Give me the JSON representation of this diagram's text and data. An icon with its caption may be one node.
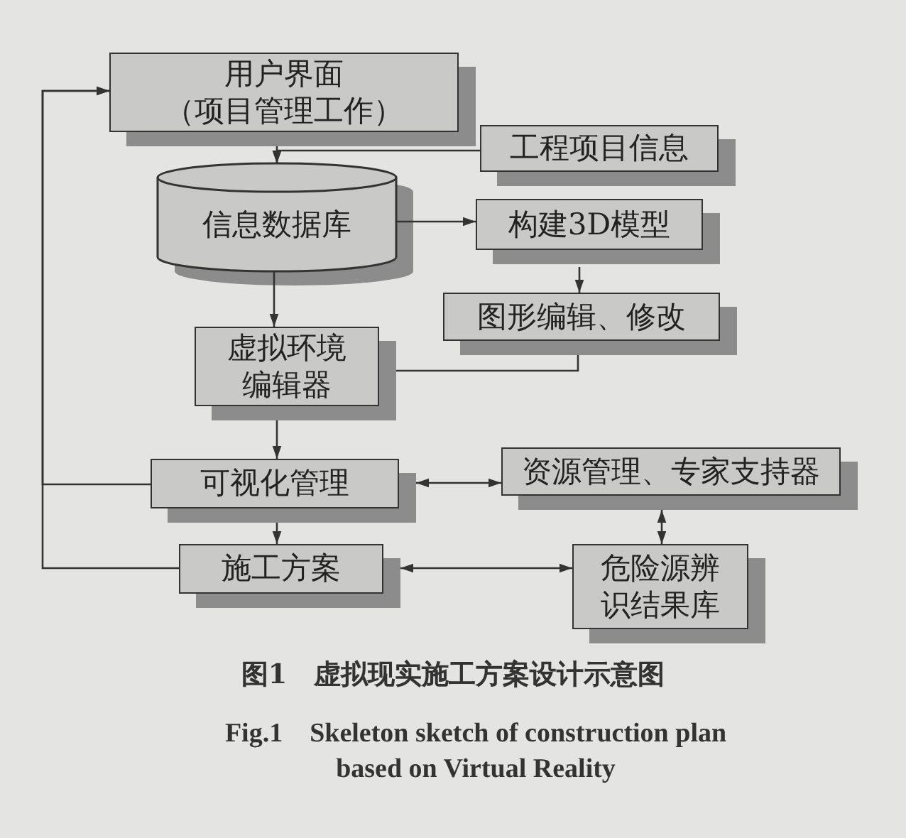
{
  "diagram": {
    "caption": "图1　虚拟现实施工方案设计示意图",
    "nodes": [
      {
        "text": [
          "用户界面（项目管理工作）"
        ]
      },
      {
        "text": [
          "工程项目信息"
        ]
      },
      {
        "text": [
          "信息数据库"
        ]
      },
      {
        "text": [
          "构建3D模型"
        ]
      },
      {
        "text": [
          "图形编辑、修改"
        ]
      },
      {
        "text": [
          "虚拟环境编辑器"
        ]
      },
      {
        "text": [
          "可视化管理"
        ]
      },
      {
        "text": [
          "资源管理、专家支持器"
        ]
      },
      {
        "text": [
          "施工方案"
        ]
      },
      {
        "text": [
          "危险源辨识结果库"
        ]
      }
    ],
    "edges": [
      {
        "from": 0,
        "to": 2,
        "arrow": "to"
      },
      {
        "from": 1,
        "to": 2,
        "arrow": "to"
      },
      {
        "from": 2,
        "to": 3,
        "arrow": "to"
      },
      {
        "from": 3,
        "to": 4,
        "arrow": "to"
      },
      {
        "from": 4,
        "to": 5,
        "arrow": "to"
      },
      {
        "from": 2,
        "to": 5,
        "arrow": "to"
      },
      {
        "from": 5,
        "to": 6,
        "arrow": "to"
      },
      {
        "from": 6,
        "to": 7,
        "arrow": "both"
      },
      {
        "from": 7,
        "to": 9,
        "arrow": "both"
      },
      {
        "from": 6,
        "to": 8,
        "arrow": "to"
      },
      {
        "from": 8,
        "to": 9,
        "arrow": "both"
      },
      {
        "from": 6,
        "to": 0,
        "arrow": "to"
      },
      {
        "from": 8,
        "to": 0,
        "arrow": "to"
      }
    ],
    "labels": [
      "Fig.1　Skeleton sketch of construction plan based on Virtual Reality"
    ]
  }
}
